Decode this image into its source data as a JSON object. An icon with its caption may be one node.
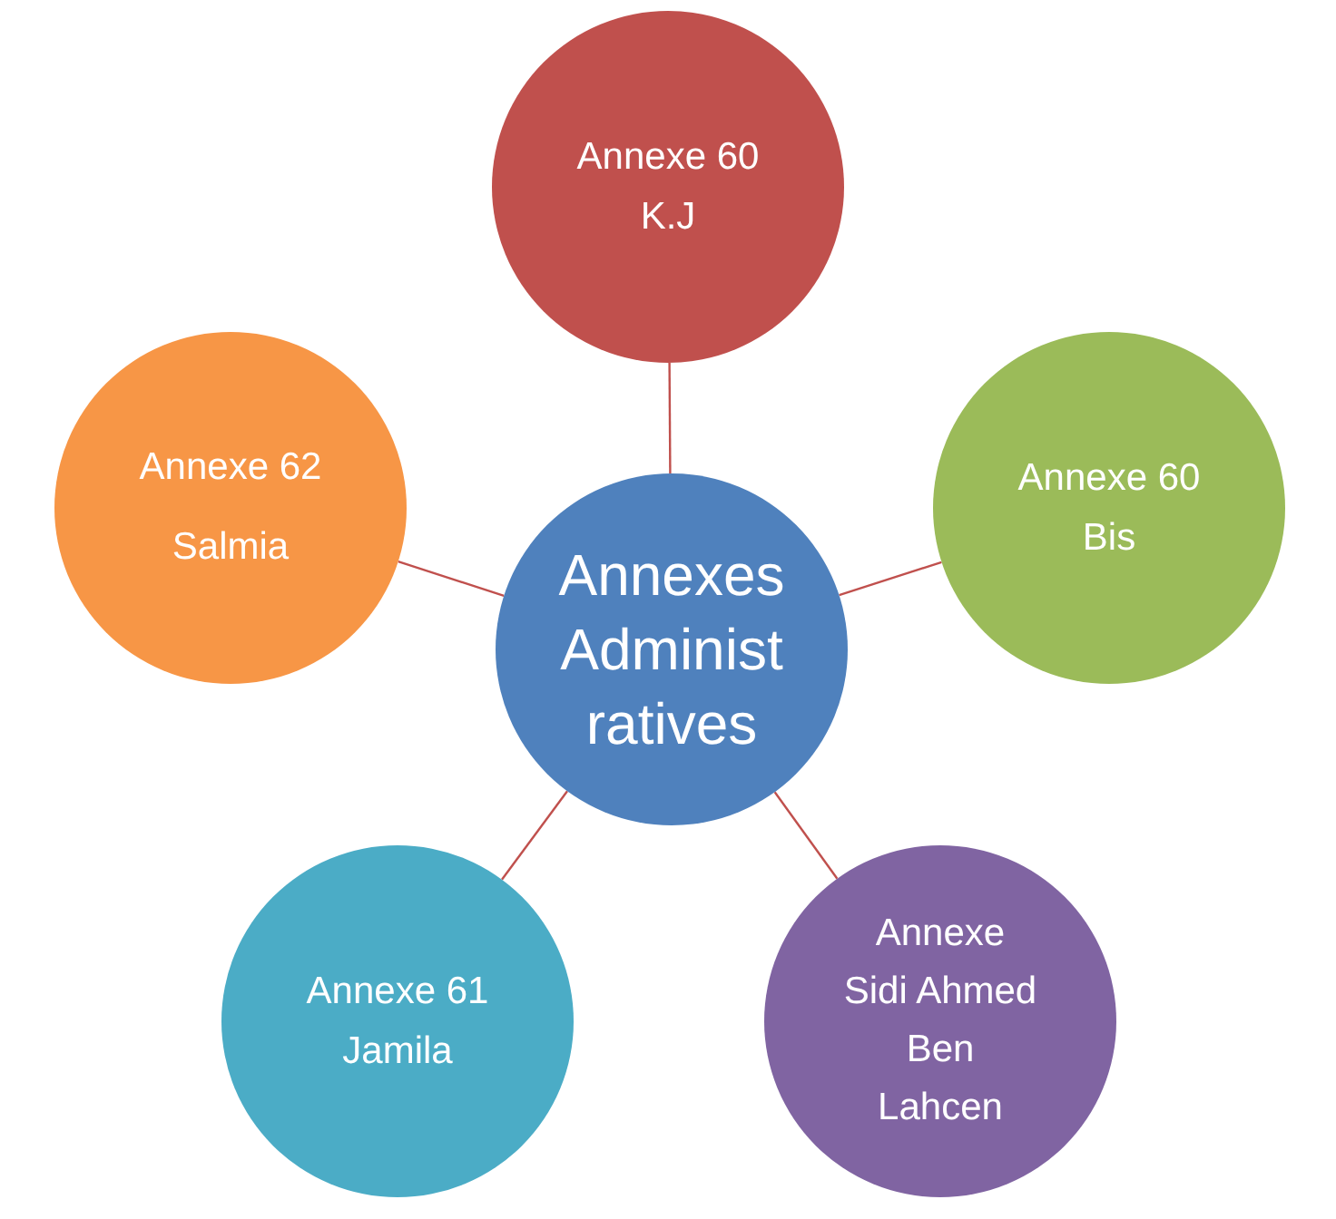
{
  "diagram": {
    "nodes": [
      {
        "text": [
          "Annexe 60 K.J"
        ]
      },
      {
        "text": [
          "Annexe 62 Salmia"
        ]
      },
      {
        "text": [
          "Annexe 60 Bis"
        ]
      },
      {
        "text": [
          "Annexes Administ ratives"
        ]
      },
      {
        "text": [
          "Annexe 61 Jamila"
        ]
      },
      {
        "text": [
          "Annexe Sidi Ahmed Ben Lahcen"
        ]
      }
    ],
    "edges": [
      {
        "from": 3,
        "to": 0,
        "arrow": "none"
      },
      {
        "from": 3,
        "to": 1,
        "arrow": "none"
      },
      {
        "from": 3,
        "to": 2,
        "arrow": "none"
      },
      {
        "from": 3,
        "to": 4,
        "arrow": "none"
      },
      {
        "from": 3,
        "to": 5,
        "arrow": "none"
      }
    ]
  }
}
